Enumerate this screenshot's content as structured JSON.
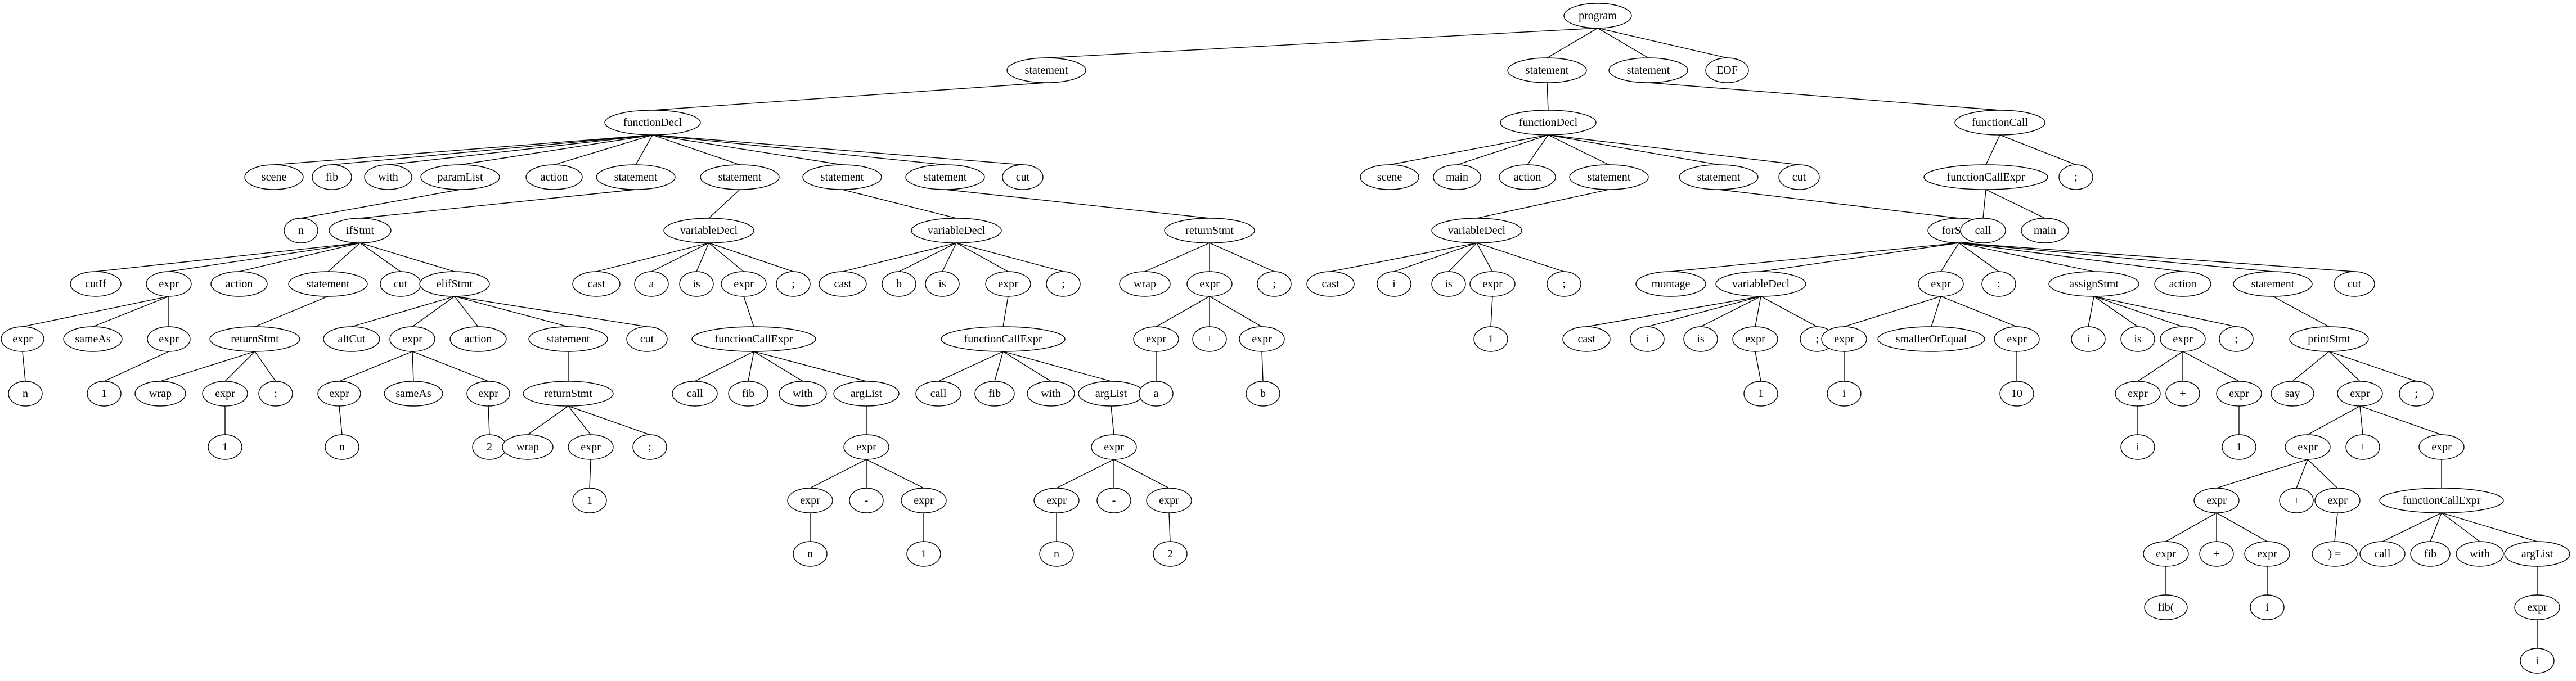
{
  "diagram": {
    "type": "parse-tree",
    "nodes": [
      {
        "id": "program",
        "label": "program",
        "parent": null
      },
      {
        "id": "stmt1",
        "label": "statement",
        "parent": "program"
      },
      {
        "id": "stmt2",
        "label": "statement",
        "parent": "program"
      },
      {
        "id": "stmt3",
        "label": "statement",
        "parent": "program"
      },
      {
        "id": "eof",
        "label": "EOF",
        "parent": "program"
      },
      {
        "id": "fd1",
        "label": "functionDecl",
        "parent": "stmt1"
      },
      {
        "id": "fd1_scene",
        "label": "scene",
        "parent": "fd1"
      },
      {
        "id": "fd1_fib",
        "label": "fib",
        "parent": "fd1"
      },
      {
        "id": "fd1_with",
        "label": "with",
        "parent": "fd1"
      },
      {
        "id": "fd1_params",
        "label": "paramList",
        "parent": "fd1"
      },
      {
        "id": "fd1_action",
        "label": "action",
        "parent": "fd1"
      },
      {
        "id": "fd1_s1",
        "label": "statement",
        "parent": "fd1"
      },
      {
        "id": "fd1_s2",
        "label": "statement",
        "parent": "fd1"
      },
      {
        "id": "fd1_s3",
        "label": "statement",
        "parent": "fd1"
      },
      {
        "id": "fd1_s4",
        "label": "statement",
        "parent": "fd1"
      },
      {
        "id": "fd1_cut",
        "label": "cut",
        "parent": "fd1"
      },
      {
        "id": "params_n",
        "label": "n",
        "parent": "fd1_params"
      },
      {
        "id": "if",
        "label": "ifStmt",
        "parent": "fd1_s1"
      },
      {
        "id": "if_cutif",
        "label": "cutIf",
        "parent": "if"
      },
      {
        "id": "if_expr",
        "label": "expr",
        "parent": "if"
      },
      {
        "id": "if_action",
        "label": "action",
        "parent": "if"
      },
      {
        "id": "if_stmt",
        "label": "statement",
        "parent": "if"
      },
      {
        "id": "if_cut",
        "label": "cut",
        "parent": "if"
      },
      {
        "id": "elif",
        "label": "elifStmt",
        "parent": "if"
      },
      {
        "id": "if_expr_l",
        "label": "expr",
        "parent": "if_expr"
      },
      {
        "id": "if_sameas",
        "label": "sameAs",
        "parent": "if_expr"
      },
      {
        "id": "if_expr_r",
        "label": "expr",
        "parent": "if_expr"
      },
      {
        "id": "if_n",
        "label": "n",
        "parent": "if_expr_l"
      },
      {
        "id": "if_1",
        "label": "1",
        "parent": "if_expr_r"
      },
      {
        "id": "if_ret",
        "label": "returnStmt",
        "parent": "if_stmt"
      },
      {
        "id": "if_ret_wrap",
        "label": "wrap",
        "parent": "if_ret"
      },
      {
        "id": "if_ret_expr",
        "label": "expr",
        "parent": "if_ret"
      },
      {
        "id": "if_ret_semi",
        "label": ";",
        "parent": "if_ret"
      },
      {
        "id": "if_ret_1",
        "label": "1",
        "parent": "if_ret_expr"
      },
      {
        "id": "elif_altcut",
        "label": "altCut",
        "parent": "elif"
      },
      {
        "id": "elif_expr",
        "label": "expr",
        "parent": "elif"
      },
      {
        "id": "elif_action",
        "label": "action",
        "parent": "elif"
      },
      {
        "id": "elif_stmt",
        "label": "statement",
        "parent": "elif"
      },
      {
        "id": "elif_cut",
        "label": "cut",
        "parent": "elif"
      },
      {
        "id": "elif_expr_l",
        "label": "expr",
        "parent": "elif_expr"
      },
      {
        "id": "elif_sameas",
        "label": "sameAs",
        "parent": "elif_expr"
      },
      {
        "id": "elif_expr_r",
        "label": "expr",
        "parent": "elif_expr"
      },
      {
        "id": "elif_n",
        "label": "n",
        "parent": "elif_expr_l"
      },
      {
        "id": "elif_2",
        "label": "2",
        "parent": "elif_expr_r"
      },
      {
        "id": "elif_ret",
        "label": "returnStmt",
        "parent": "elif_stmt"
      },
      {
        "id": "elif_ret_wrap",
        "label": "wrap",
        "parent": "elif_ret"
      },
      {
        "id": "elif_ret_expr",
        "label": "expr",
        "parent": "elif_ret"
      },
      {
        "id": "elif_ret_semi",
        "label": ";",
        "parent": "elif_ret"
      },
      {
        "id": "elif_ret_1",
        "label": "1",
        "parent": "elif_ret_expr"
      },
      {
        "id": "vd_a",
        "label": "variableDecl",
        "parent": "fd1_s2"
      },
      {
        "id": "vd_a_cast",
        "label": "cast",
        "parent": "vd_a"
      },
      {
        "id": "vd_a_name",
        "label": "a",
        "parent": "vd_a"
      },
      {
        "id": "vd_a_is",
        "label": "is",
        "parent": "vd_a"
      },
      {
        "id": "vd_a_expr",
        "label": "expr",
        "parent": "vd_a"
      },
      {
        "id": "vd_a_semi",
        "label": ";",
        "parent": "vd_a"
      },
      {
        "id": "vd_a_fce",
        "label": "functionCallExpr",
        "parent": "vd_a_expr"
      },
      {
        "id": "vd_a_call",
        "label": "call",
        "parent": "vd_a_fce"
      },
      {
        "id": "vd_a_fib",
        "label": "fib",
        "parent": "vd_a_fce"
      },
      {
        "id": "vd_a_with",
        "label": "with",
        "parent": "vd_a_fce"
      },
      {
        "id": "vd_a_args",
        "label": "argList",
        "parent": "vd_a_fce"
      },
      {
        "id": "vd_a_arg_expr",
        "label": "expr",
        "parent": "vd_a_args"
      },
      {
        "id": "vd_a_e1",
        "label": "expr",
        "parent": "vd_a_arg_expr"
      },
      {
        "id": "vd_a_minus",
        "label": "-",
        "parent": "vd_a_arg_expr"
      },
      {
        "id": "vd_a_e2",
        "label": "expr",
        "parent": "vd_a_arg_expr"
      },
      {
        "id": "vd_a_n",
        "label": "n",
        "parent": "vd_a_e1"
      },
      {
        "id": "vd_a_1",
        "label": "1",
        "parent": "vd_a_e2"
      },
      {
        "id": "vd_b",
        "label": "variableDecl",
        "parent": "fd1_s3"
      },
      {
        "id": "vd_b_cast",
        "label": "cast",
        "parent": "vd_b"
      },
      {
        "id": "vd_b_name",
        "label": "b",
        "parent": "vd_b"
      },
      {
        "id": "vd_b_is",
        "label": "is",
        "parent": "vd_b"
      },
      {
        "id": "vd_b_expr",
        "label": "expr",
        "parent": "vd_b"
      },
      {
        "id": "vd_b_semi",
        "label": ";",
        "parent": "vd_b"
      },
      {
        "id": "vd_b_fce",
        "label": "functionCallExpr",
        "parent": "vd_b_expr"
      },
      {
        "id": "vd_b_call",
        "label": "call",
        "parent": "vd_b_fce"
      },
      {
        "id": "vd_b_fib",
        "label": "fib",
        "parent": "vd_b_fce"
      },
      {
        "id": "vd_b_with",
        "label": "with",
        "parent": "vd_b_fce"
      },
      {
        "id": "vd_b_args",
        "label": "argList",
        "parent": "vd_b_fce"
      },
      {
        "id": "vd_b_arg_expr",
        "label": "expr",
        "parent": "vd_b_args"
      },
      {
        "id": "vd_b_e1",
        "label": "expr",
        "parent": "vd_b_arg_expr"
      },
      {
        "id": "vd_b_minus",
        "label": "-",
        "parent": "vd_b_arg_expr"
      },
      {
        "id": "vd_b_e2",
        "label": "expr",
        "parent": "vd_b_arg_expr"
      },
      {
        "id": "vd_b_n",
        "label": "n",
        "parent": "vd_b_e1"
      },
      {
        "id": "vd_b_2",
        "label": "2",
        "parent": "vd_b_e2"
      },
      {
        "id": "ret",
        "label": "returnStmt",
        "parent": "fd1_s4"
      },
      {
        "id": "ret_wrap",
        "label": "wrap",
        "parent": "ret"
      },
      {
        "id": "ret_expr",
        "label": "expr",
        "parent": "ret"
      },
      {
        "id": "ret_semi",
        "label": ";",
        "parent": "ret"
      },
      {
        "id": "ret_e1",
        "label": "expr",
        "parent": "ret_expr"
      },
      {
        "id": "ret_plus",
        "label": "+",
        "parent": "ret_expr"
      },
      {
        "id": "ret_e2",
        "label": "expr",
        "parent": "ret_expr"
      },
      {
        "id": "ret_a",
        "label": "a",
        "parent": "ret_e1"
      },
      {
        "id": "ret_b",
        "label": "b",
        "parent": "ret_e2"
      },
      {
        "id": "fd2",
        "label": "functionDecl",
        "parent": "stmt2"
      },
      {
        "id": "fd2_scene",
        "label": "scene",
        "parent": "fd2"
      },
      {
        "id": "fd2_main",
        "label": "main",
        "parent": "fd2"
      },
      {
        "id": "fd2_action",
        "label": "action",
        "parent": "fd2"
      },
      {
        "id": "fd2_s1",
        "label": "statement",
        "parent": "fd2"
      },
      {
        "id": "fd2_s2",
        "label": "statement",
        "parent": "fd2"
      },
      {
        "id": "fd2_cut",
        "label": "cut",
        "parent": "fd2"
      },
      {
        "id": "vd_i",
        "label": "variableDecl",
        "parent": "fd2_s1"
      },
      {
        "id": "vd_i_cast",
        "label": "cast",
        "parent": "vd_i"
      },
      {
        "id": "vd_i_name",
        "label": "i",
        "parent": "vd_i"
      },
      {
        "id": "vd_i_is",
        "label": "is",
        "parent": "vd_i"
      },
      {
        "id": "vd_i_expr",
        "label": "expr",
        "parent": "vd_i"
      },
      {
        "id": "vd_i_semi",
        "label": ";",
        "parent": "vd_i"
      },
      {
        "id": "vd_i_1",
        "label": "1",
        "parent": "vd_i_expr"
      },
      {
        "id": "for",
        "label": "forStmt",
        "parent": "fd2_s2"
      },
      {
        "id": "for_montage",
        "label": "montage",
        "parent": "for"
      },
      {
        "id": "for_vd",
        "label": "variableDecl",
        "parent": "for"
      },
      {
        "id": "for_expr",
        "label": "expr",
        "parent": "for"
      },
      {
        "id": "for_semi",
        "label": ";",
        "parent": "for"
      },
      {
        "id": "for_assign",
        "label": "assignStmt",
        "parent": "for"
      },
      {
        "id": "for_action",
        "label": "action",
        "parent": "for"
      },
      {
        "id": "for_stmt",
        "label": "statement",
        "parent": "for"
      },
      {
        "id": "for_cut",
        "label": "cut",
        "parent": "for"
      },
      {
        "id": "fvd_cast",
        "label": "cast",
        "parent": "for_vd"
      },
      {
        "id": "fvd_i",
        "label": "i",
        "parent": "for_vd"
      },
      {
        "id": "fvd_is",
        "label": "is",
        "parent": "for_vd"
      },
      {
        "id": "fvd_expr",
        "label": "expr",
        "parent": "for_vd"
      },
      {
        "id": "fvd_semi",
        "label": ";",
        "parent": "for_vd"
      },
      {
        "id": "fvd_1",
        "label": "1",
        "parent": "fvd_expr"
      },
      {
        "id": "fex_e1",
        "label": "expr",
        "parent": "for_expr"
      },
      {
        "id": "fex_op",
        "label": "smallerOrEqual",
        "parent": "for_expr"
      },
      {
        "id": "fex_e2",
        "label": "expr",
        "parent": "for_expr"
      },
      {
        "id": "fex_i",
        "label": "i",
        "parent": "fex_e1"
      },
      {
        "id": "fex_10",
        "label": "10",
        "parent": "fex_e2"
      },
      {
        "id": "as_i",
        "label": "i",
        "parent": "for_assign"
      },
      {
        "id": "as_is",
        "label": "is",
        "parent": "for_assign"
      },
      {
        "id": "as_expr",
        "label": "expr",
        "parent": "for_assign"
      },
      {
        "id": "as_semi",
        "label": ";",
        "parent": "for_assign"
      },
      {
        "id": "as_e1",
        "label": "expr",
        "parent": "as_expr"
      },
      {
        "id": "as_plus",
        "label": "+",
        "parent": "as_expr"
      },
      {
        "id": "as_e2",
        "label": "expr",
        "parent": "as_expr"
      },
      {
        "id": "as_ii",
        "label": "i",
        "parent": "as_e1"
      },
      {
        "id": "as_1",
        "label": "1",
        "parent": "as_e2"
      },
      {
        "id": "print",
        "label": "printStmt",
        "parent": "for_stmt"
      },
      {
        "id": "pr_say",
        "label": "say",
        "parent": "print"
      },
      {
        "id": "pr_expr",
        "label": "expr",
        "parent": "print"
      },
      {
        "id": "pr_semi",
        "label": ";",
        "parent": "print"
      },
      {
        "id": "pr_e1",
        "label": "expr",
        "parent": "pr_expr"
      },
      {
        "id": "pr_plus",
        "label": "+",
        "parent": "pr_expr"
      },
      {
        "id": "pr_e2",
        "label": "expr",
        "parent": "pr_expr"
      },
      {
        "id": "pr_e1a",
        "label": "expr",
        "parent": "pr_e1"
      },
      {
        "id": "pr_e1plus",
        "label": "+",
        "parent": "pr_e1"
      },
      {
        "id": "pr_e1b",
        "label": "expr",
        "parent": "pr_e1"
      },
      {
        "id": "pr_e1a_a",
        "label": "expr",
        "parent": "pr_e1a"
      },
      {
        "id": "pr_e1a_plus",
        "label": "+",
        "parent": "pr_e1a"
      },
      {
        "id": "pr_e1a_b",
        "label": "expr",
        "parent": "pr_e1a"
      },
      {
        "id": "pr_fib",
        "label": "fib(",
        "parent": "pr_e1a_a"
      },
      {
        "id": "pr_i",
        "label": "i",
        "parent": "pr_e1a_b"
      },
      {
        "id": "pr_eq",
        "label": ") =",
        "parent": "pr_e1b"
      },
      {
        "id": "pr_fce",
        "label": "functionCallExpr",
        "parent": "pr_e2"
      },
      {
        "id": "pr_call",
        "label": "call",
        "parent": "pr_fce"
      },
      {
        "id": "pr_fibc",
        "label": "fib",
        "parent": "pr_fce"
      },
      {
        "id": "pr_with",
        "label": "with",
        "parent": "pr_fce"
      },
      {
        "id": "pr_args",
        "label": "argList",
        "parent": "pr_fce"
      },
      {
        "id": "pr_arg_expr",
        "label": "expr",
        "parent": "pr_args"
      },
      {
        "id": "pr_arg_i",
        "label": "i",
        "parent": "pr_arg_expr"
      },
      {
        "id": "fc",
        "label": "functionCall",
        "parent": "stmt3"
      },
      {
        "id": "fc_fce",
        "label": "functionCallExpr",
        "parent": "fc"
      },
      {
        "id": "fc_semi",
        "label": ";",
        "parent": "fc"
      },
      {
        "id": "fc_call",
        "label": "call",
        "parent": "fc_fce"
      },
      {
        "id": "fc_main",
        "label": "main",
        "parent": "fc_fce"
      }
    ]
  }
}
